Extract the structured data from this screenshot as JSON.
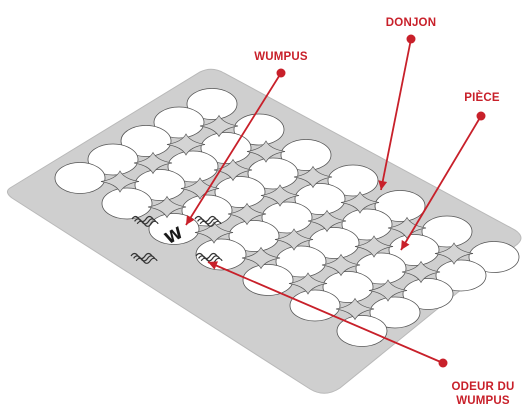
{
  "labels": {
    "donjon": "DONJON",
    "wumpus": "WUMPUS",
    "piece": "PIÈCE",
    "odeur_line1": "ODEUR DU",
    "odeur_line2": "WUMPUS"
  },
  "board": {
    "rows": 5,
    "cols": 7
  },
  "wumpus_glyph": "W",
  "icons": {
    "smell": "wavy-lines-icon"
  },
  "colors": {
    "board": "#cfcfcf",
    "board_edge": "#b9b9b9",
    "room": "#ffffff",
    "room_stroke": "#555555",
    "tile": "#d4d4d4",
    "accent": "#c8202a",
    "wumpus": "#1a1a1a"
  }
}
